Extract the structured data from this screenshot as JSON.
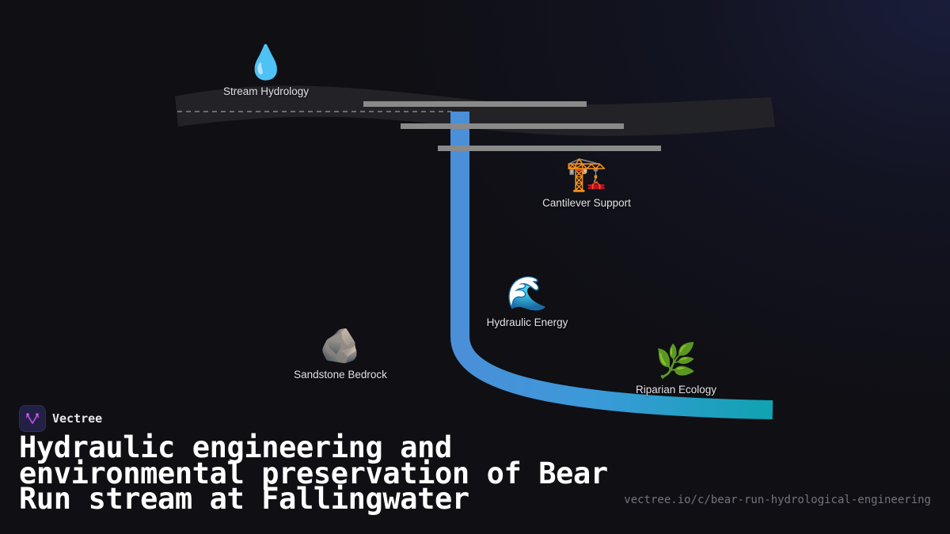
{
  "diagram": {
    "nodes": [
      {
        "id": "stream-hydrology",
        "icon": "water-drop-icon",
        "emoji": "💧",
        "label": "Stream Hydrology"
      },
      {
        "id": "cantilever-support",
        "icon": "crane-icon",
        "emoji": "🏗️",
        "label": "Cantilever Support"
      },
      {
        "id": "hydraulic-energy",
        "icon": "wave-icon",
        "emoji": "🌊",
        "label": "Hydraulic Energy"
      },
      {
        "id": "sandstone-bedrock",
        "icon": "rock-icon",
        "emoji": "🪨",
        "label": "Sandstone Bedrock"
      },
      {
        "id": "riparian-ecology",
        "icon": "herb-icon",
        "emoji": "🌿",
        "label": "Riparian Ecology"
      }
    ],
    "colors": {
      "stream_start": "#4a8fd8",
      "stream_mid": "#3a9ad8",
      "stream_end": "#0fa3b1",
      "terraces": "#8a8a8a",
      "band": "#242428",
      "dashed": "#6b6b70"
    }
  },
  "brand": {
    "name": "Vectree",
    "logo_color": "#b44ad8"
  },
  "title": "Hydraulic engineering and environmental preservation of Bear Run stream at Fallingwater",
  "url": "vectree.io/c/bear-run-hydrological-engineering"
}
